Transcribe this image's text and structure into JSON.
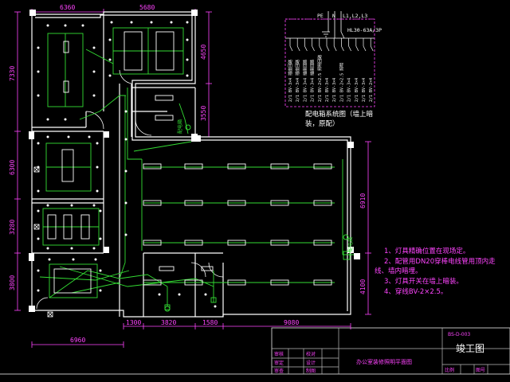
{
  "dimensions": {
    "top_left": "6360",
    "top_right": "5680",
    "left_1": "7330",
    "right_1": "4650",
    "right_2": "3550",
    "left_2": "6300",
    "left_3": "3280",
    "left_4": "3800",
    "right_3": "6910",
    "right_4": "4100",
    "bottom_1": "1300",
    "bottom_2": "3820",
    "bottom_3": "1580",
    "bottom_4": "9080",
    "bottom_total": "6960"
  },
  "panel_schematic": {
    "header_pe": "PE",
    "header_n": "N",
    "header_phase": "L1,L2,L3",
    "breaker_label": "HL30-63A/3P",
    "circuits": [
      "2/1 BV-3×4 插座回路",
      "2/1 BV-3×4 插座回路",
      "2/1 BV-3×4 插座回路",
      "2/1 BV-3×4 插座回路",
      "2/1 BV-2×2.5 照明回路",
      "2/1 BV-3×4",
      "2/1 BV-3×4",
      "2/1 BV-2×2.5 照明",
      "2/1 BV-3×4",
      "2/1 BV-3×4",
      "2/1 BV-3×4",
      "2/1 BV-2×4"
    ],
    "caption_line1": "配电箱系统图（墙上暗",
    "caption_line2": "装，原配）"
  },
  "box_labels": {
    "main_box": "配电箱",
    "box_2": "配电箱"
  },
  "notes": [
    "1、灯具精确位置在现场定。",
    "2、配管用DN20穿棒电线管用顶内走",
    "线、墙内暗埋。",
    "3、灯具开关在墙上暗装。",
    "4、穿线BV-2×2.5。"
  ],
  "title_block": {
    "stamp": "竣工图",
    "drawing_no": "BS-D-003",
    "drawing_title": "办公室装修照明平面图",
    "rows": [
      [
        "审核",
        "校对"
      ],
      [
        "审定",
        "设计"
      ],
      [
        "审查",
        "制图"
      ]
    ],
    "scale_label": "图号",
    "sheet_label": "比例"
  },
  "colors": {
    "wall": "#ffffff",
    "dimension": "#ff44ff",
    "wire": "#33dd33",
    "fixture": "#ffffff",
    "frame": "#cccccc"
  }
}
